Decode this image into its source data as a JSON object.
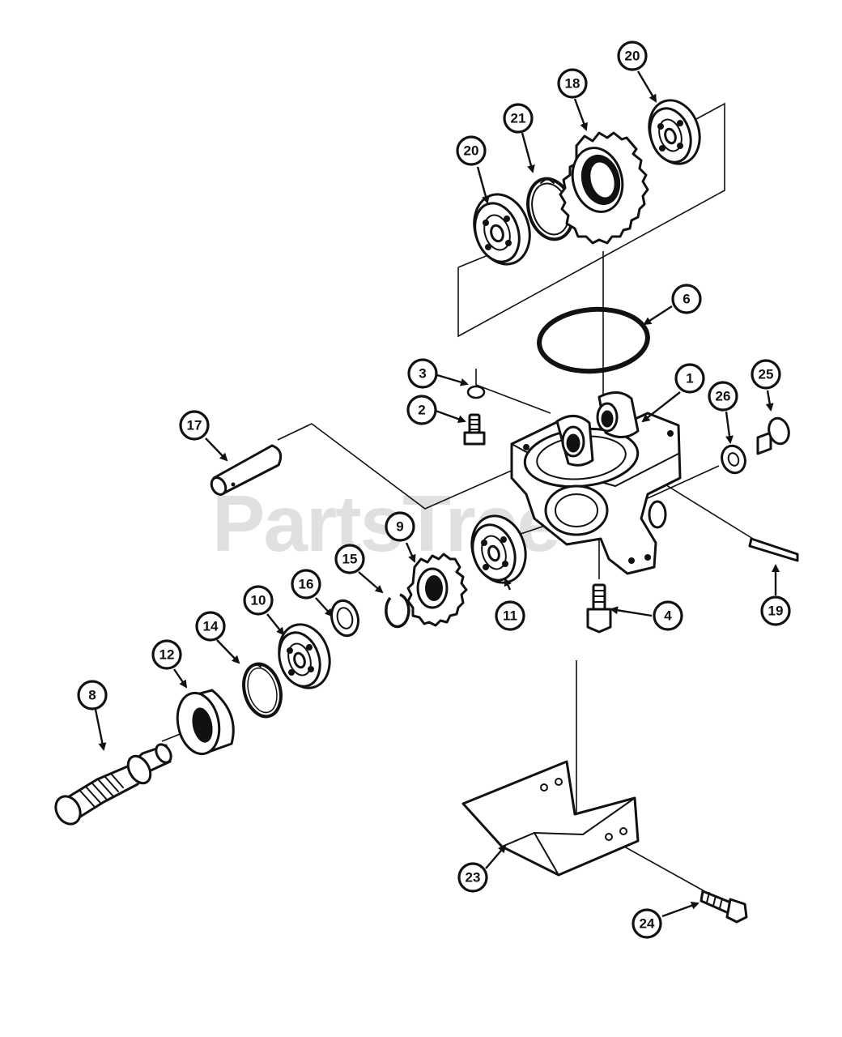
{
  "watermark": "PartsTree",
  "callouts": [
    {
      "id": "c1",
      "label": "1"
    },
    {
      "id": "c2",
      "label": "2"
    },
    {
      "id": "c3",
      "label": "3"
    },
    {
      "id": "c4",
      "label": "4"
    },
    {
      "id": "c6",
      "label": "6"
    },
    {
      "id": "c8",
      "label": "8"
    },
    {
      "id": "c9",
      "label": "9"
    },
    {
      "id": "c10",
      "label": "10"
    },
    {
      "id": "c11",
      "label": "11"
    },
    {
      "id": "c12",
      "label": "12"
    },
    {
      "id": "c14",
      "label": "14"
    },
    {
      "id": "c15",
      "label": "15"
    },
    {
      "id": "c16",
      "label": "16"
    },
    {
      "id": "c17",
      "label": "17"
    },
    {
      "id": "c18",
      "label": "18"
    },
    {
      "id": "c19",
      "label": "19"
    },
    {
      "id": "c20a",
      "label": "20"
    },
    {
      "id": "c20b",
      "label": "20"
    },
    {
      "id": "c21",
      "label": "21"
    },
    {
      "id": "c23",
      "label": "23"
    },
    {
      "id": "c24",
      "label": "24"
    },
    {
      "id": "c25",
      "label": "25"
    },
    {
      "id": "c26",
      "label": "26"
    }
  ]
}
